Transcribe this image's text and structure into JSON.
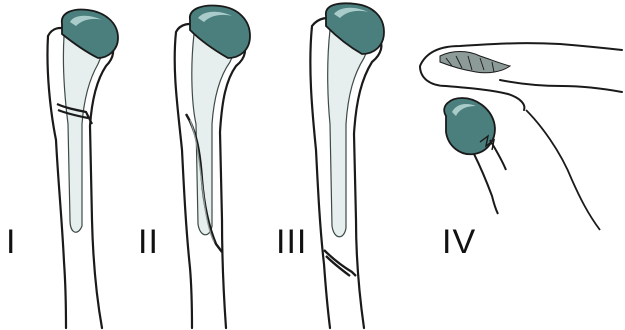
{
  "labels": [
    "I",
    "II",
    "III",
    "IV"
  ],
  "colors": {
    "head_fill": "#4a7f7d",
    "head_highlight": "#a9cccb",
    "bone_outline": "#1a1a1a",
    "canal_fill": "#e6efed",
    "shade": "#8c9a98"
  },
  "icons": [
    "humerus-bone",
    "humeral-head",
    "fracture-line",
    "dislocated-shoulder"
  ]
}
